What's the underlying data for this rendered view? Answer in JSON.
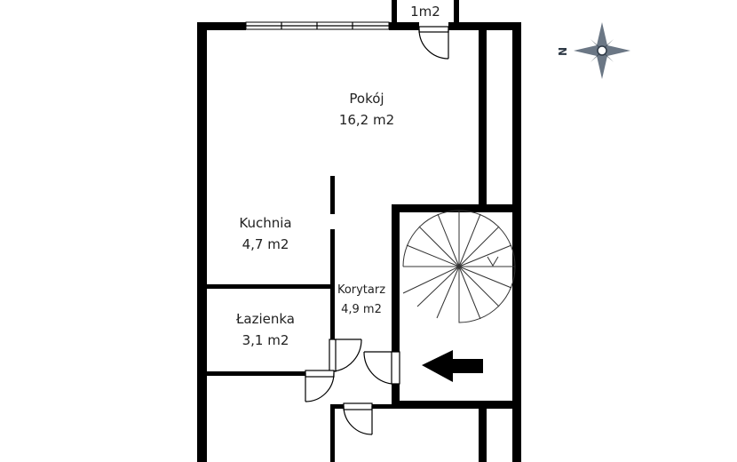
{
  "rooms": {
    "balcony": {
      "area": "1m2"
    },
    "pokoj": {
      "name": "Pokój",
      "area": "16,2 m2"
    },
    "kuchnia": {
      "name": "Kuchnia",
      "area": "4,7 m2"
    },
    "korytarz": {
      "name": "Korytarz",
      "area": "4,9 m2"
    },
    "lazienka": {
      "name": "Łazienka",
      "area": "3,1 m2"
    }
  },
  "compass": {
    "north_label": "N",
    "icon": "compass-rose-icon"
  },
  "entrance": {
    "icon": "arrow-left-icon"
  },
  "colors": {
    "walls": "#000000",
    "background": "#ffffff",
    "text": "#222222"
  }
}
